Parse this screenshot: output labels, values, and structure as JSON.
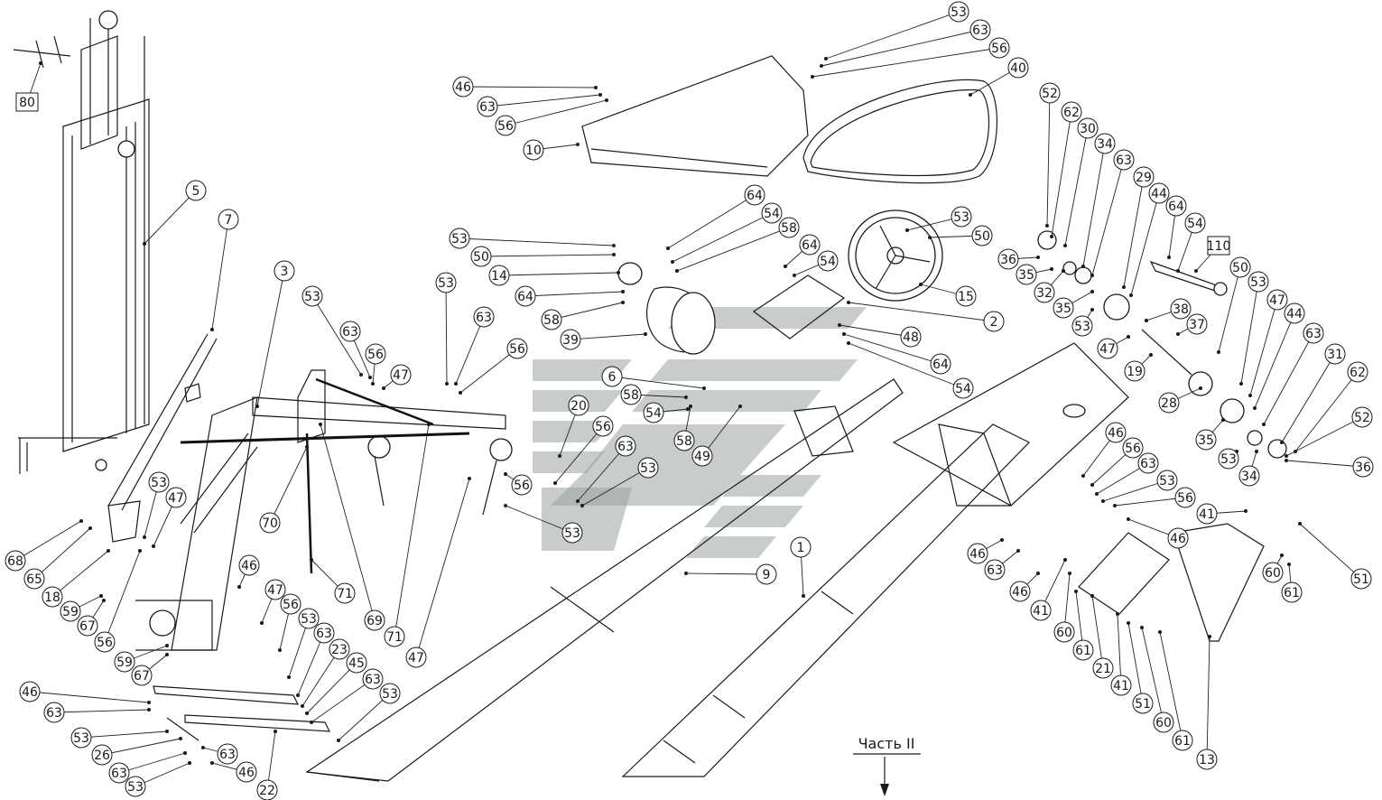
{
  "callouts": [
    {
      "n": "80",
      "box": true
    },
    {
      "n": "5"
    },
    {
      "n": "7"
    },
    {
      "n": "3"
    },
    {
      "n": "53"
    },
    {
      "n": "63"
    },
    {
      "n": "56"
    },
    {
      "n": "47"
    },
    {
      "n": "53"
    },
    {
      "n": "63"
    },
    {
      "n": "56"
    },
    {
      "n": "46"
    },
    {
      "n": "63"
    },
    {
      "n": "56"
    },
    {
      "n": "10"
    },
    {
      "n": "53"
    },
    {
      "n": "63"
    },
    {
      "n": "56"
    },
    {
      "n": "40"
    },
    {
      "n": "64"
    },
    {
      "n": "54"
    },
    {
      "n": "58"
    },
    {
      "n": "53"
    },
    {
      "n": "50"
    },
    {
      "n": "14"
    },
    {
      "n": "64"
    },
    {
      "n": "58"
    },
    {
      "n": "39"
    },
    {
      "n": "64"
    },
    {
      "n": "54"
    },
    {
      "n": "53"
    },
    {
      "n": "50"
    },
    {
      "n": "15"
    },
    {
      "n": "2"
    },
    {
      "n": "48"
    },
    {
      "n": "64"
    },
    {
      "n": "54"
    },
    {
      "n": "6"
    },
    {
      "n": "58"
    },
    {
      "n": "54"
    },
    {
      "n": "58"
    },
    {
      "n": "49"
    },
    {
      "n": "20"
    },
    {
      "n": "56"
    },
    {
      "n": "63"
    },
    {
      "n": "53"
    },
    {
      "n": "56"
    },
    {
      "n": "53"
    },
    {
      "n": "70"
    },
    {
      "n": "71"
    },
    {
      "n": "69"
    },
    {
      "n": "71"
    },
    {
      "n": "47"
    },
    {
      "n": "9"
    },
    {
      "n": "1"
    },
    {
      "n": "52"
    },
    {
      "n": "62"
    },
    {
      "n": "30"
    },
    {
      "n": "34"
    },
    {
      "n": "63"
    },
    {
      "n": "29"
    },
    {
      "n": "44"
    },
    {
      "n": "64"
    },
    {
      "n": "54"
    },
    {
      "n": "110",
      "box": true
    },
    {
      "n": "36"
    },
    {
      "n": "35"
    },
    {
      "n": "32"
    },
    {
      "n": "35"
    },
    {
      "n": "53"
    },
    {
      "n": "38"
    },
    {
      "n": "37"
    },
    {
      "n": "47"
    },
    {
      "n": "19"
    },
    {
      "n": "28"
    },
    {
      "n": "50"
    },
    {
      "n": "53"
    },
    {
      "n": "47"
    },
    {
      "n": "44"
    },
    {
      "n": "63"
    },
    {
      "n": "31"
    },
    {
      "n": "62"
    },
    {
      "n": "52"
    },
    {
      "n": "36"
    },
    {
      "n": "35"
    },
    {
      "n": "53"
    },
    {
      "n": "34"
    },
    {
      "n": "46"
    },
    {
      "n": "56"
    },
    {
      "n": "63"
    },
    {
      "n": "53"
    },
    {
      "n": "56"
    },
    {
      "n": "46"
    },
    {
      "n": "41"
    },
    {
      "n": "51"
    },
    {
      "n": "60"
    },
    {
      "n": "61"
    },
    {
      "n": "46"
    },
    {
      "n": "63"
    },
    {
      "n": "46"
    },
    {
      "n": "41"
    },
    {
      "n": "60"
    },
    {
      "n": "61"
    },
    {
      "n": "21"
    },
    {
      "n": "41"
    },
    {
      "n": "51"
    },
    {
      "n": "60"
    },
    {
      "n": "61"
    },
    {
      "n": "13"
    },
    {
      "n": "68"
    },
    {
      "n": "65"
    },
    {
      "n": "18"
    },
    {
      "n": "53"
    },
    {
      "n": "47"
    },
    {
      "n": "59"
    },
    {
      "n": "67"
    },
    {
      "n": "56"
    },
    {
      "n": "59"
    },
    {
      "n": "67"
    },
    {
      "n": "46"
    },
    {
      "n": "47"
    },
    {
      "n": "56"
    },
    {
      "n": "53"
    },
    {
      "n": "63"
    },
    {
      "n": "23"
    },
    {
      "n": "45"
    },
    {
      "n": "63"
    },
    {
      "n": "53"
    },
    {
      "n": "46"
    },
    {
      "n": "63"
    },
    {
      "n": "53"
    },
    {
      "n": "26"
    },
    {
      "n": "63"
    },
    {
      "n": "53"
    },
    {
      "n": "63"
    },
    {
      "n": "46"
    },
    {
      "n": "22"
    }
  ],
  "part_label": "Часть II"
}
